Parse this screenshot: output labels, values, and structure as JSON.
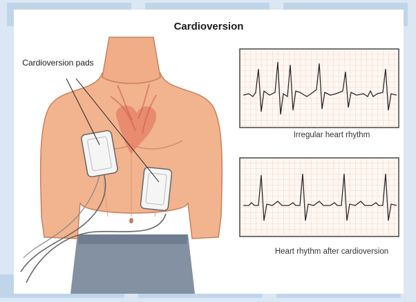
{
  "title": "Cardioversion",
  "pads_label": "Cardioversion pads",
  "ecg_before_caption": "Irregular heart rhythm",
  "ecg_after_caption": "Heart rhythm after cardioversion",
  "colors": {
    "ecg_grid": "#e8b9a6",
    "ecg_line": "#2a2a2a",
    "skin": "#f2b38f",
    "pad": "#f4f4f4",
    "pants": "#7f8ea0",
    "background_tile": "#a0bede"
  }
}
